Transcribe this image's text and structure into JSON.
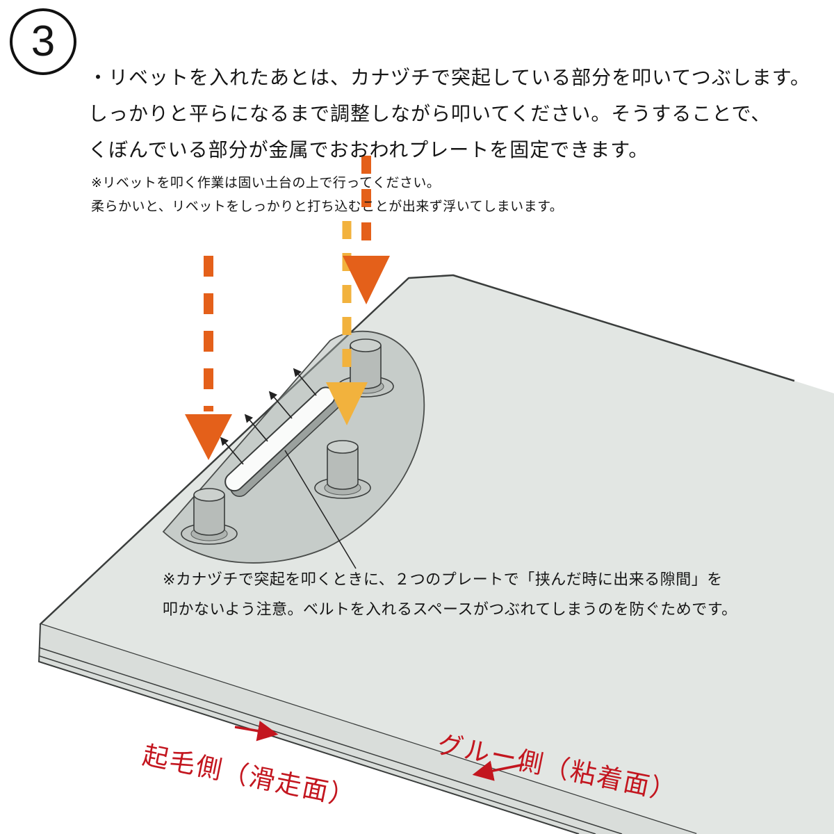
{
  "step_number": "3",
  "instructions": {
    "lines": [
      "・リベットを入れたあとは、カナヅチで突起している部分を叩いてつぶします。",
      "しっかりと平らになるまで調整しながら叩いてください。そうすることで、",
      "くぼんでいる部分が金属でおおわれプレートを固定できます。"
    ]
  },
  "base_note": {
    "lines": [
      "※リベットを叩く作業は固い土台の上で行ってください。",
      "柔らかいと、リベットをしっかりと打ち込むことが出来ず浮いてしまいます。"
    ]
  },
  "caution_note": {
    "lines": [
      "※カナヅチで突起を叩くときに、２つのプレートで「挟んだ時に出来る隙間」を",
      "叩かないよう注意。ベルトを入れるスペースがつぶれてしまうのを防ぐためです。"
    ]
  },
  "side_labels": {
    "plush_side": "起毛側（滑走面）",
    "glue_side": "グルー側（粘着面）"
  },
  "diagram_colors": {
    "hammer_arrow_orange": "#e4601a",
    "gap_arrow_yellow": "#f2b23d",
    "label_red": "#c3161f",
    "sheet_fill": "#e2e6e3",
    "plate_fill": "#b9bfbc",
    "outline": "#3a3d3c"
  }
}
